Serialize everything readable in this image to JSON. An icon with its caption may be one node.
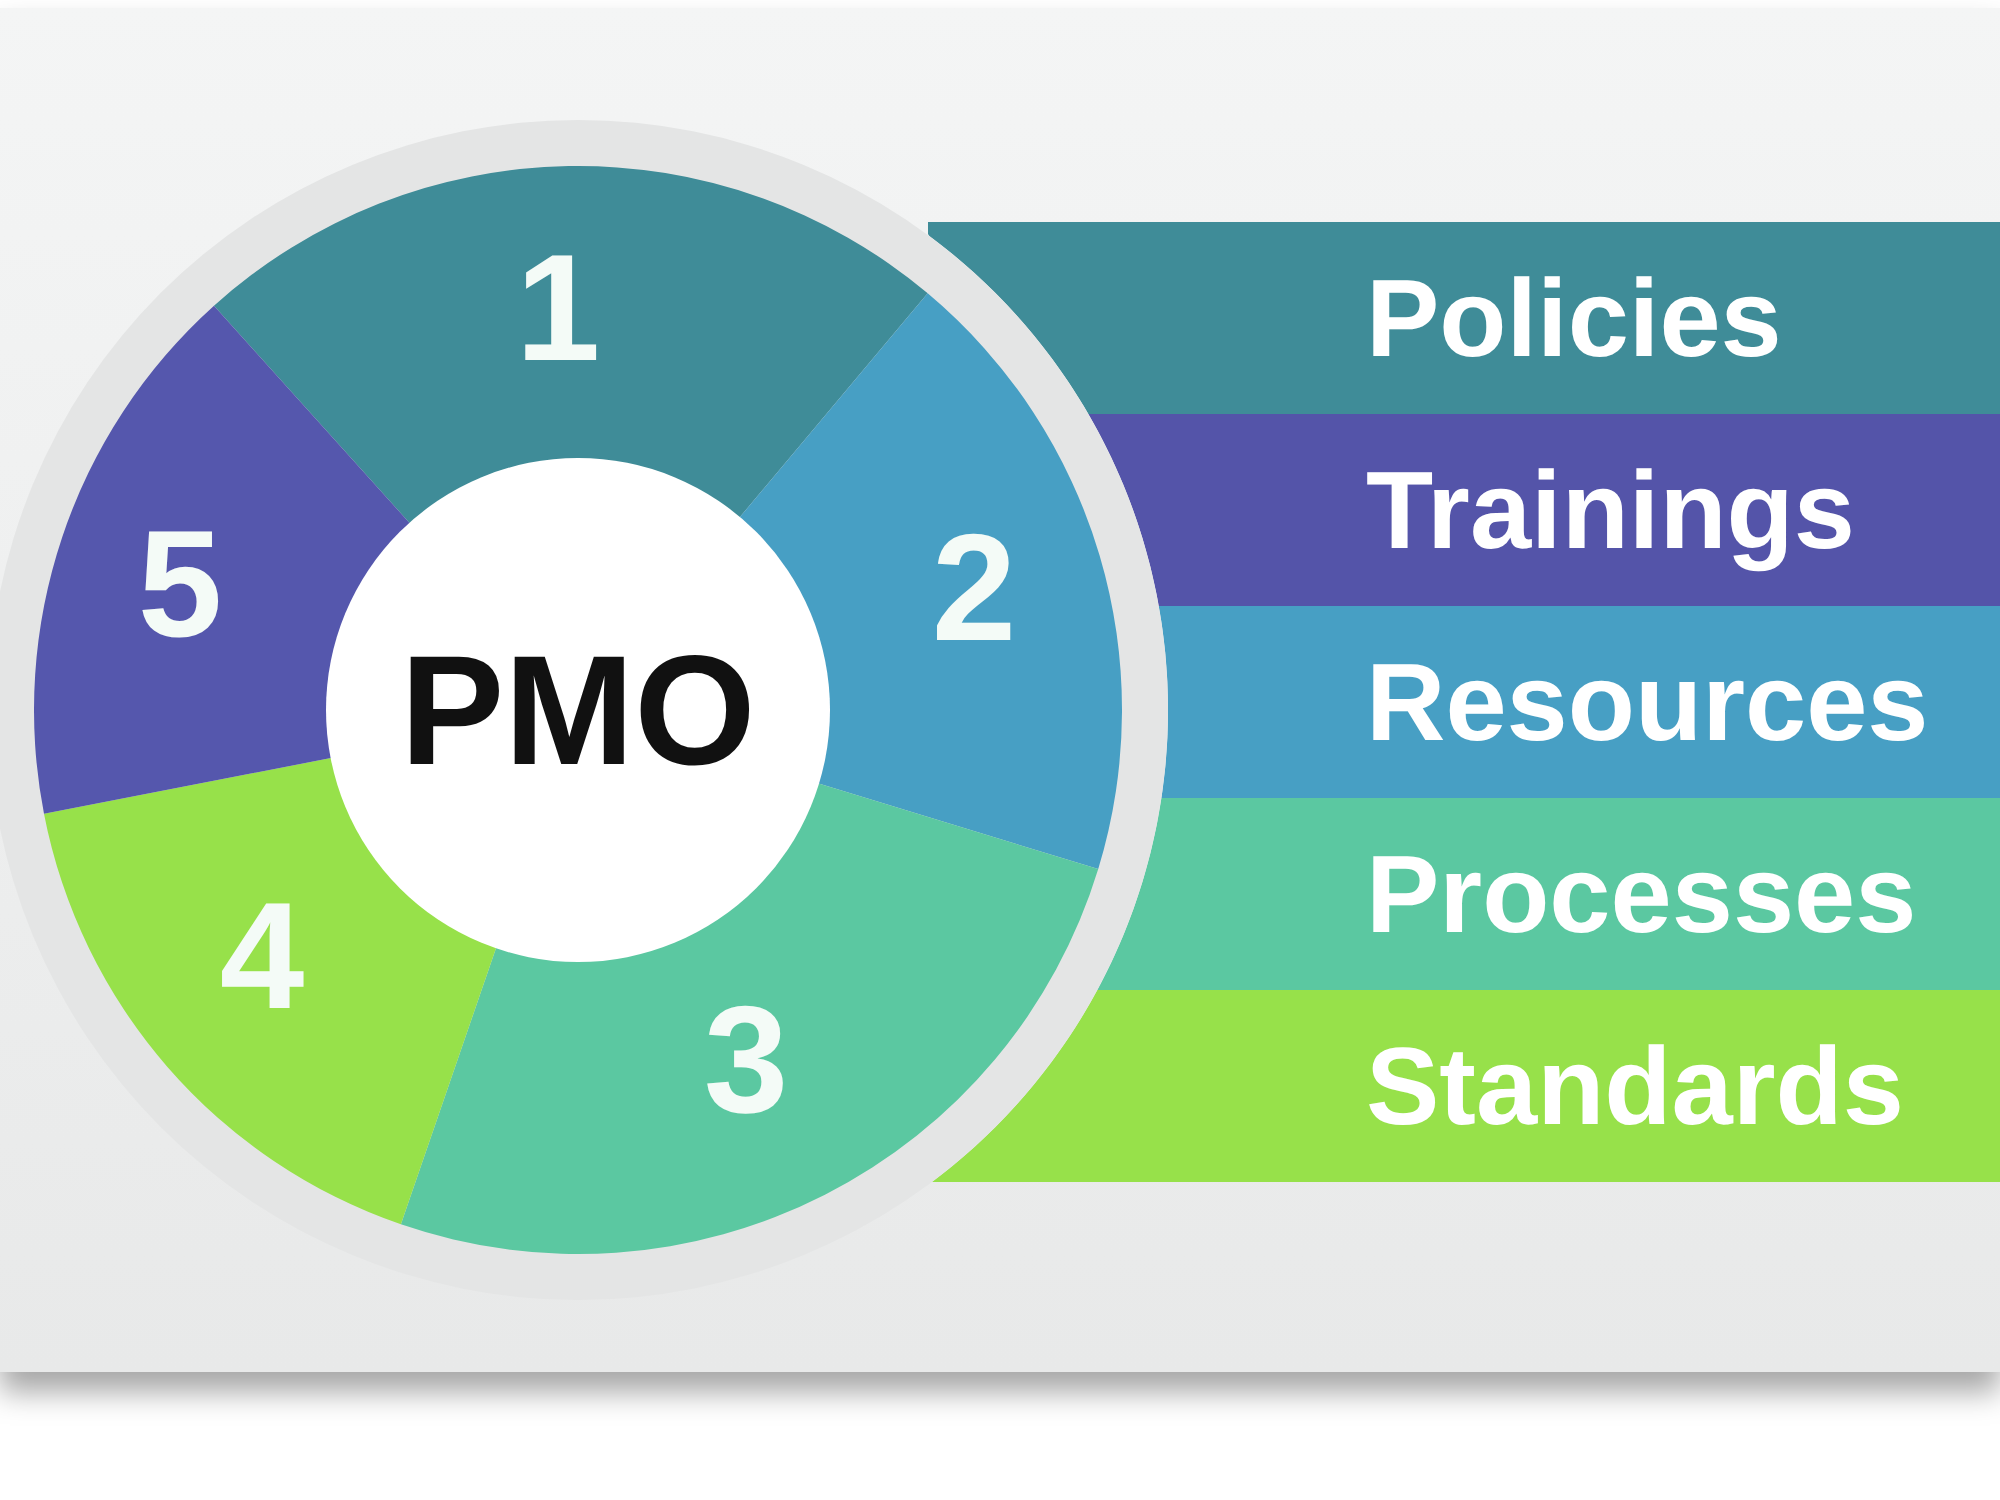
{
  "diagram": {
    "nodes": [
      {
        "text": [
          "PMO"
        ]
      },
      {
        "text": [
          "1"
        ]
      },
      {
        "text": [
          "2"
        ]
      },
      {
        "text": [
          "3"
        ]
      },
      {
        "text": [
          "4"
        ]
      },
      {
        "text": [
          "5"
        ]
      },
      {
        "text": [
          "Policies"
        ]
      },
      {
        "text": [
          "Trainings"
        ]
      },
      {
        "text": [
          "Resources"
        ]
      },
      {
        "text": [
          "Processes"
        ]
      },
      {
        "text": [
          "Standards"
        ]
      }
    ]
  }
}
